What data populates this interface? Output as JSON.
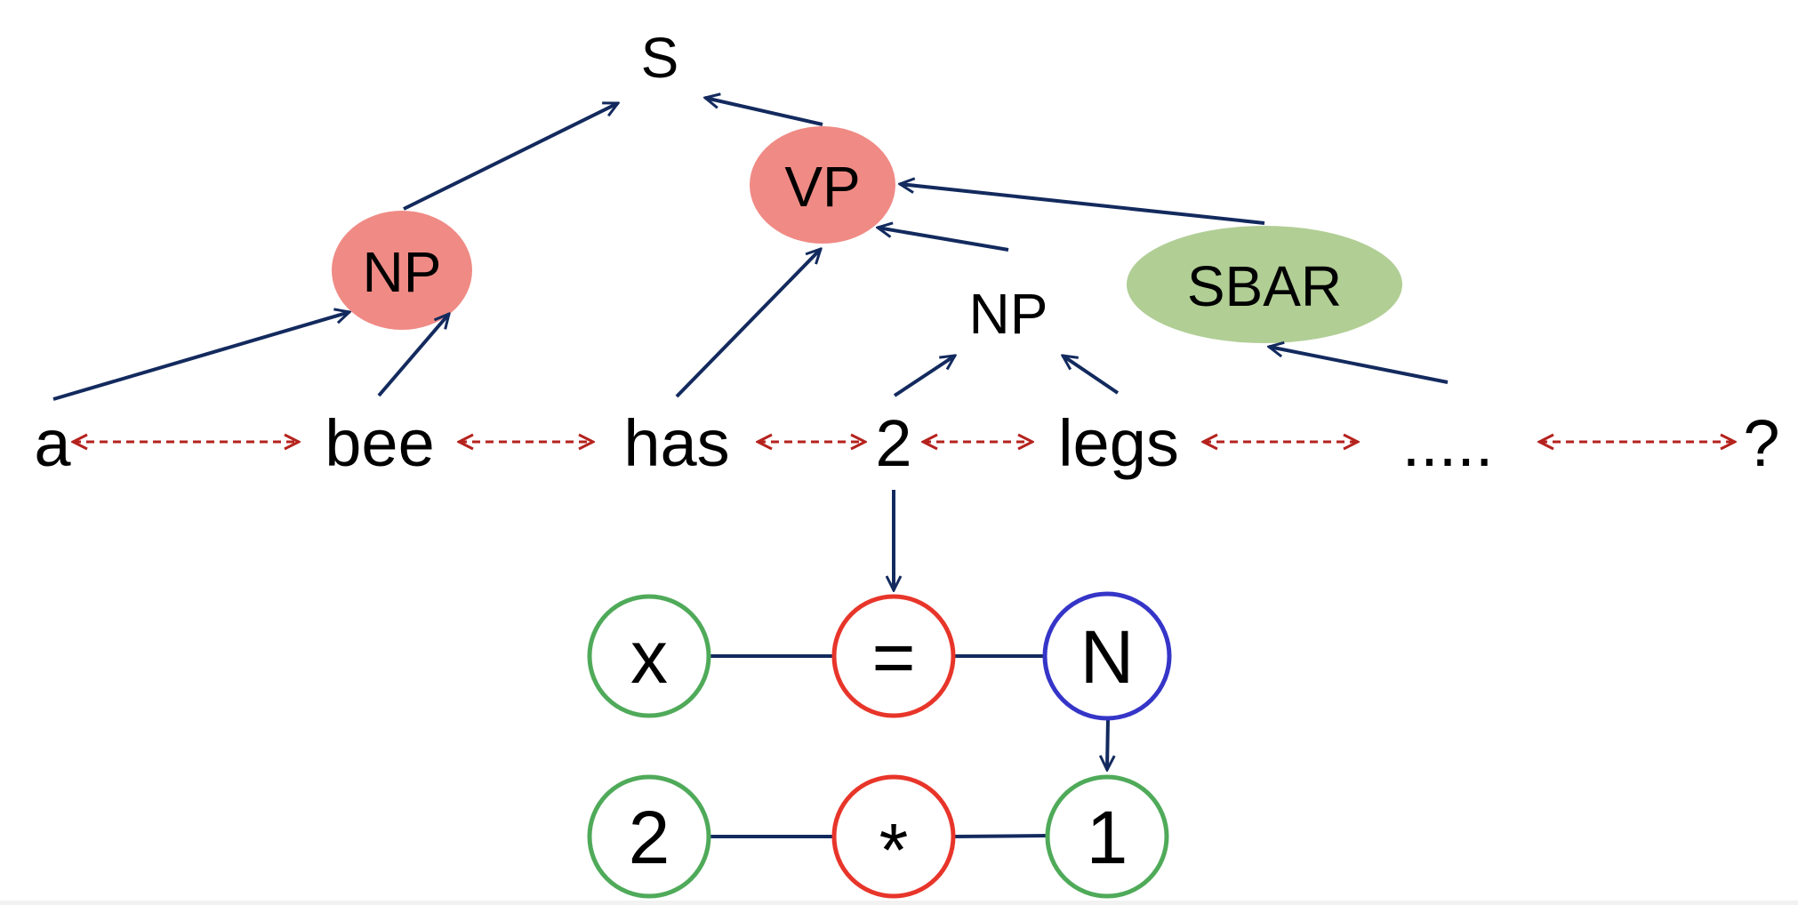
{
  "tree": {
    "root": "S",
    "vp": "VP",
    "np_left": "NP",
    "np_right": "NP",
    "sbar": "SBAR"
  },
  "words": [
    "a",
    "bee",
    "has",
    "2",
    "legs",
    ".....",
    "?"
  ],
  "graph": {
    "row1": [
      "x",
      "=",
      "N"
    ],
    "row2": [
      "2",
      "*",
      "1"
    ]
  },
  "colors": {
    "phrase_fill": "#f08a85",
    "sbar_fill": "#b1ce95",
    "tree_arrow": "#132a5e",
    "word_arrow": "#b5221d",
    "node_green": "#4faa59",
    "node_red": "#e8352a",
    "node_blue": "#3535c8",
    "edge": "#132a5e"
  }
}
